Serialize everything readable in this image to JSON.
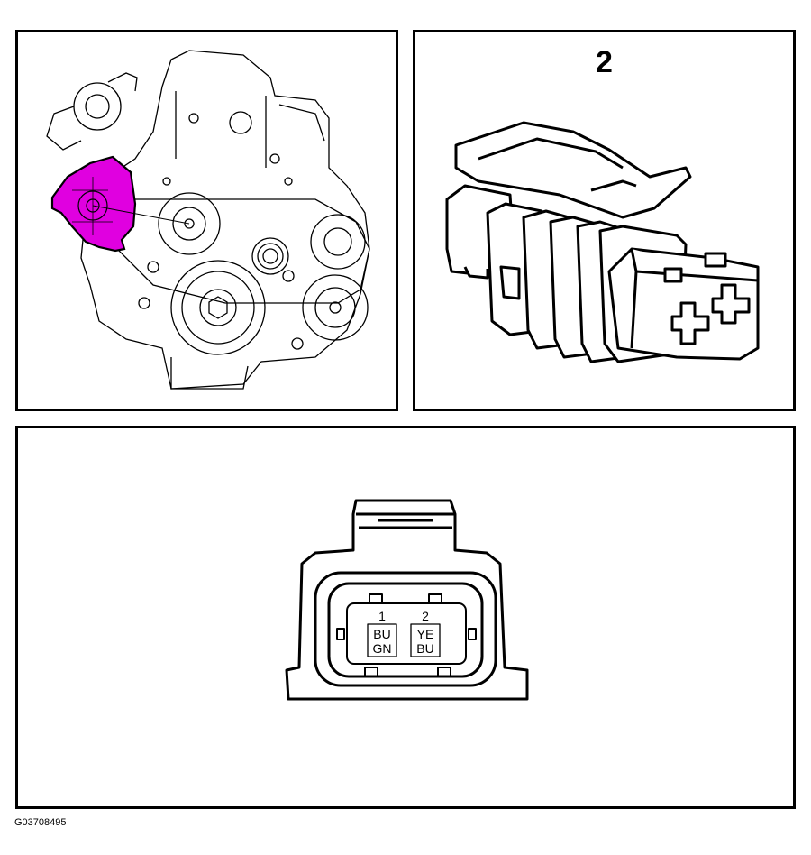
{
  "connector": {
    "number": "2",
    "pins": [
      {
        "pin": "1",
        "wire_color_1": "BU",
        "wire_color_2": "GN"
      },
      {
        "pin": "2",
        "wire_color_1": "YE",
        "wire_color_2": "BU"
      }
    ]
  },
  "figure_code": "G03708495",
  "colors": {
    "highlight": "#e000e0",
    "line": "#000000",
    "background": "#ffffff"
  }
}
